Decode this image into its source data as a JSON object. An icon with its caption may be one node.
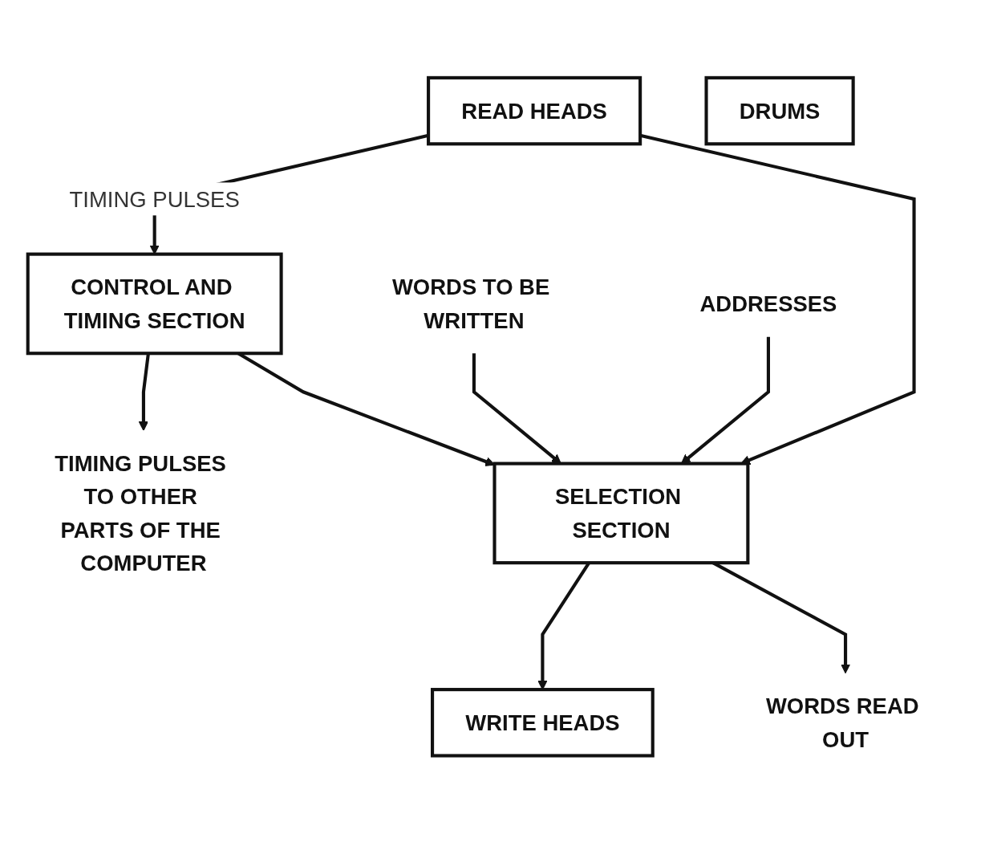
{
  "diagram": {
    "nodes": [
      {
        "text": [
          "CONTROL AND TIMING SECTION"
        ]
      },
      {
        "text": [
          "SELECTION SECTION"
        ]
      },
      {
        "text": [
          "READ HEADS"
        ]
      },
      {
        "text": [
          "DRUMS"
        ]
      },
      {
        "text": [
          "WRITE HEADS"
        ]
      },
      {
        "text": [
          "TIMING PULSES TO OTHER PARTS OF THE COMPUTER"
        ]
      },
      {
        "text": [
          "WORDS TO BE WRITTEN"
        ]
      },
      {
        "text": [
          "ADDRESSES"
        ]
      },
      {
        "text": [
          "WORDS READ OUT"
        ]
      }
    ],
    "edges": [
      {
        "from": 0,
        "to": 5,
        "arrow": "to"
      },
      {
        "from": 2,
        "to": 0,
        "arrow": "to",
        "label": "TIMING PULSES"
      },
      {
        "from": 0,
        "to": 1,
        "arrow": "to"
      },
      {
        "from": 2,
        "to": 1,
        "arrow": "to"
      },
      {
        "from": 6,
        "to": 1,
        "arrow": "to"
      },
      {
        "from": 7,
        "to": 1,
        "arrow": "to"
      },
      {
        "from": 1,
        "to": 4,
        "arrow": "to"
      },
      {
        "from": 1,
        "to": 8,
        "arrow": "to"
      }
    ]
  }
}
